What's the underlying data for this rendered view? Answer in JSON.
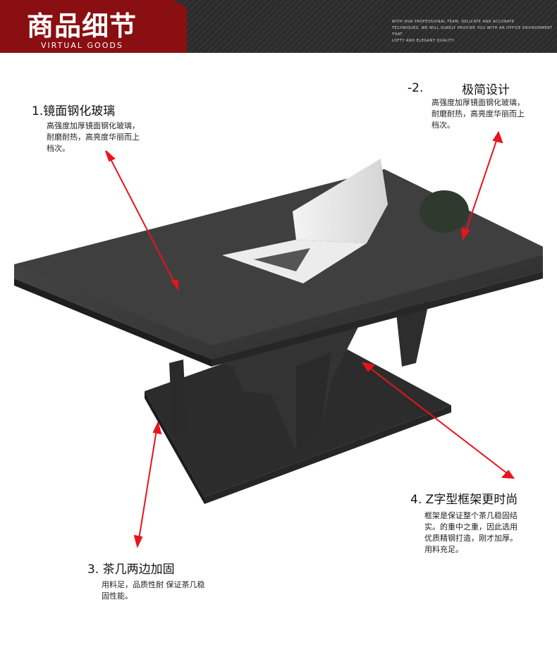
{
  "header": {
    "title": "商品细节",
    "subtitle": "VIRTUAL GOODS",
    "tagline": [
      "WITH OUR PROFESSIONAL TEAM, DELICATE AND ACCURATE",
      "TECHNIQUES, WE WILL SURELY PROVIDE YOU WITH AN OFFICE ENVIRONMENT THAT",
      "LOFTY AND ELEGANT QUALITY."
    ]
  },
  "features": {
    "f1": {
      "title": "1.镜面钢化玻璃",
      "desc": "高强度加厚镜面钢化玻璃，耐磨耐热，高亮度华丽而上档次。"
    },
    "f2": {
      "num": "-2.",
      "title": "极简设计",
      "desc": "高强度加厚镜面钢化玻璃，耐磨耐热，高亮度华丽而上档次。"
    },
    "f3": {
      "title": "3. 茶几两边加固",
      "desc": "用料足，品质性耐 保证茶几稳固性能。"
    },
    "f4": {
      "title": "4. Z字型框架更时尚",
      "desc": "框架是保证整个茶几稳固结实。的重中之重，因此选用优质精钢打造，刚才加厚。用料充足。"
    }
  },
  "colors": {
    "accent": "#8a0f12",
    "arrow": "#e8141b",
    "table": "#3a3a3a"
  }
}
